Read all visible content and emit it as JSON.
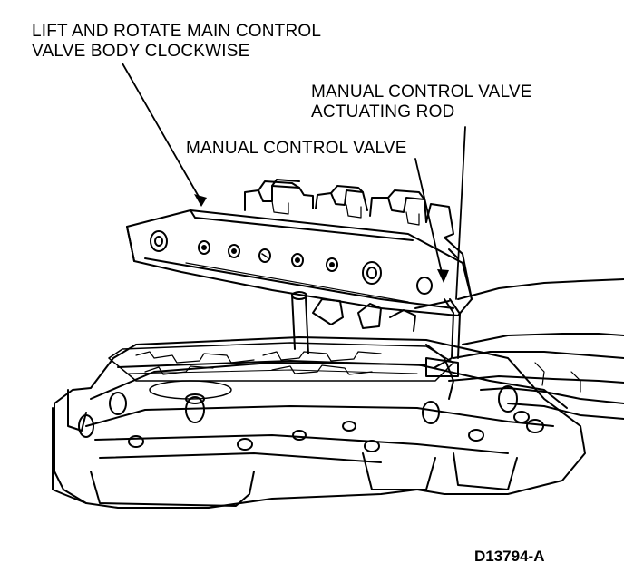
{
  "callouts": {
    "lift_rotate": {
      "line1": "LIFT AND ROTATE MAIN CONTROL",
      "line2": "VALVE BODY CLOCKWISE"
    },
    "actuating_rod": {
      "line1": "MANUAL CONTROL VALVE",
      "line2": "ACTUATING ROD"
    },
    "manual_valve": "MANUAL CONTROL VALVE"
  },
  "figure_code": "D13794-A"
}
